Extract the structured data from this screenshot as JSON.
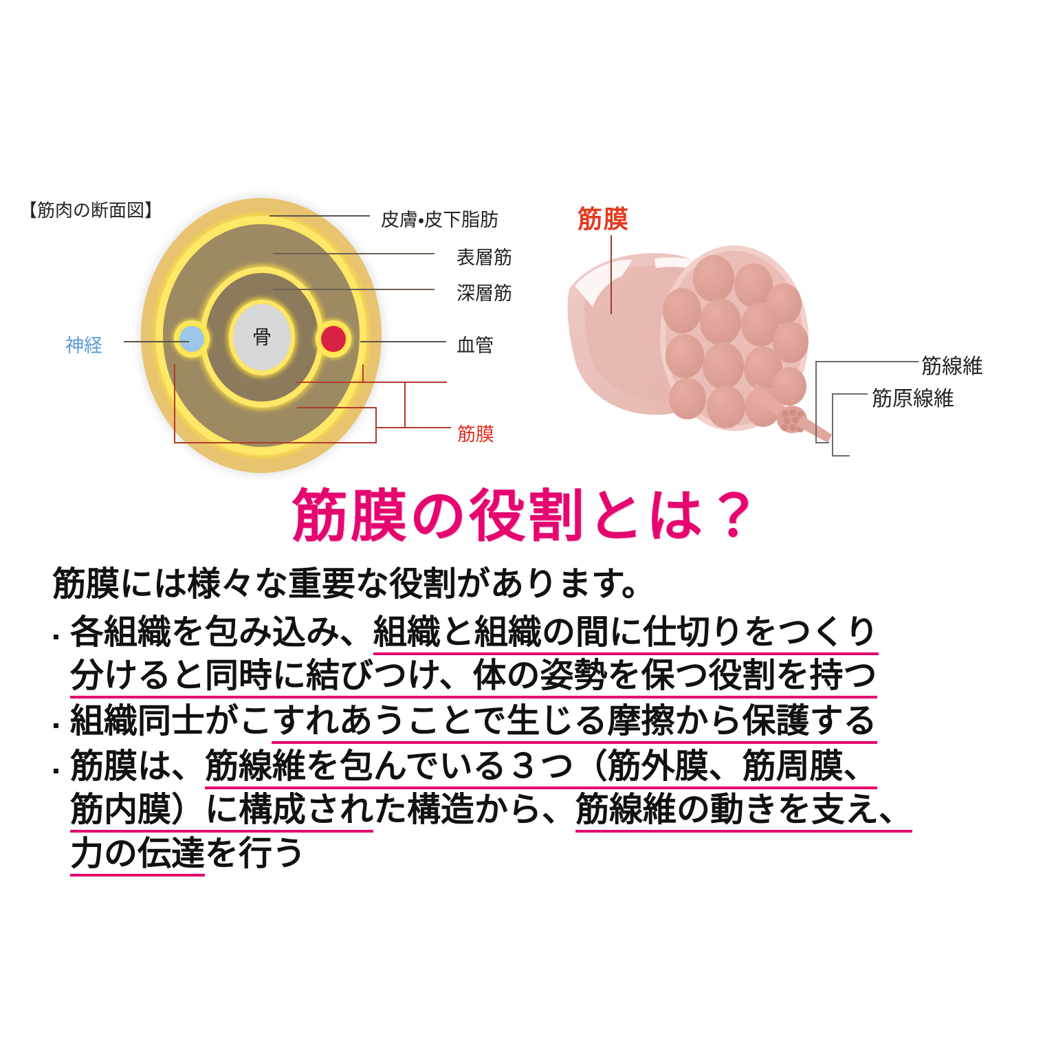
{
  "cross_section": {
    "title": "【筋肉の断面図】",
    "center_label": "骨",
    "labels": {
      "skin_fat": "皮膚・皮下脂肪",
      "superficial_muscle": "表層筋",
      "deep_muscle": "深層筋",
      "blood_vessel": "血管",
      "nerve": "神経",
      "fascia": "筋膜"
    },
    "colors": {
      "skin_fat": "#e8c370",
      "superficial_muscle": "#9d8a63",
      "deep_muscle": "#8c7a5c",
      "fascia": "#ffe03a",
      "bone": "#d8d8d8",
      "nerve": "#9cc7ea",
      "blood_vessel": "#d92145",
      "nerve_text": "#5b9bd5",
      "fascia_text": "#e03020",
      "leader_line": "#6b6056",
      "fascia_bracket": "#b03b28"
    }
  },
  "muscle_illustration": {
    "fascia_label": "筋膜",
    "fiber_label": "筋線維",
    "myofibril_label": "筋原線維",
    "colors": {
      "muscle_body": "#edc0bb",
      "muscle_light": "#f4d6d2",
      "fiber_fill": "#dda096",
      "fascia_sheath": "#fdf4f2",
      "fascia_label_color": "#e33a20",
      "leader_line": "#6b6b6b"
    }
  },
  "main_title": {
    "text": "筋膜の役割とは？",
    "color": "#e5066f"
  },
  "body": {
    "intro": "筋膜には様々な重要な役割があります。",
    "underline_color": "#e5066f",
    "bullets": [
      {
        "lines": [
          [
            {
              "text": "各組織を包み込み、",
              "underline": false
            },
            {
              "text": "組織と組織の間に仕切りをつくり",
              "underline": true
            }
          ],
          [
            {
              "text": "分けると同時に結びつけ、体の姿勢を保つ役割を持つ",
              "underline": true
            }
          ]
        ]
      },
      {
        "lines": [
          [
            {
              "text": "組織同士がこ",
              "underline": false
            },
            {
              "text": "すれあうことで生じる摩擦から保護する",
              "underline": true
            }
          ]
        ]
      },
      {
        "lines": [
          [
            {
              "text": "筋膜は、",
              "underline": false
            },
            {
              "text": "筋線維を包んでいる３つ（筋外膜、筋周膜、",
              "underline": true
            }
          ],
          [
            {
              "text": "筋内膜）に構成され",
              "underline": true
            },
            {
              "text": "た構造から、",
              "underline": false
            },
            {
              "text": "筋線維の動きを支え、",
              "underline": true
            }
          ],
          [
            {
              "text": "力の伝達",
              "underline": true
            },
            {
              "text": "を行う",
              "underline": false
            }
          ]
        ]
      }
    ]
  }
}
